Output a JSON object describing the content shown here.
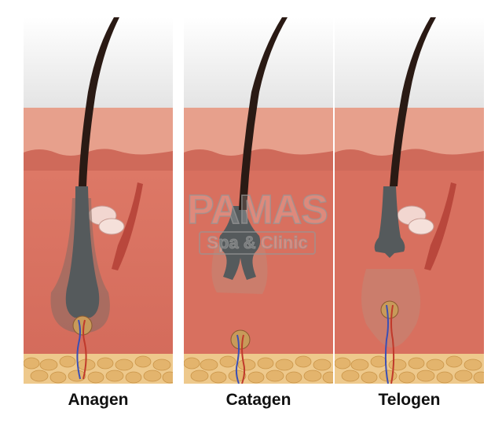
{
  "stages": [
    {
      "label": "Anagen"
    },
    {
      "label": "Catagen"
    },
    {
      "label": "Telogen"
    }
  ],
  "watermark": {
    "name": "PAMAS",
    "subtitle": "Spa & Clinic"
  },
  "colors": {
    "epidermis": "#e49a86",
    "dermis": "#d9705f",
    "hair": "#2a1a14",
    "follicle": "#555a5c",
    "fat": "#e9c07a",
    "muscle": "#b9473c"
  }
}
